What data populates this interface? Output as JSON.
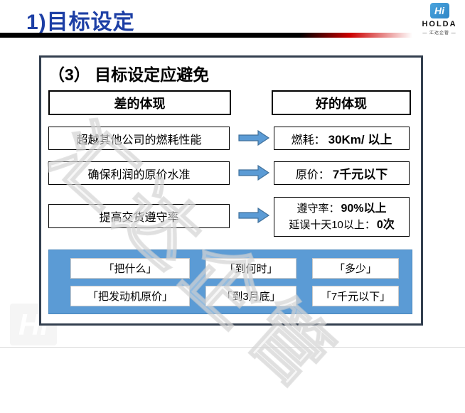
{
  "header": {
    "title": "1)目标设定",
    "logo": {
      "glyph": "Hi",
      "name": "HOLDA",
      "subtitle": "— 汇达企管 —"
    }
  },
  "slide": {
    "title": "（3） 目标设定应避免",
    "columns": {
      "bad": "差的体现",
      "good": "好的体现"
    },
    "rows": [
      {
        "bad": "超越其他公司的燃耗性能",
        "good_label": "燃耗：",
        "good_value": "30Km/ 以上"
      },
      {
        "bad": "确保利润的原价水准",
        "good_label": "原价：",
        "good_value": "7千元以下"
      },
      {
        "bad": "提高交货遵守率",
        "good_line1_label": "遵守率：",
        "good_line1_value": "90%以上",
        "good_line2_label": "延误十天10以上：",
        "good_line2_value": "0次"
      }
    ],
    "bottom_items": [
      "「把什么」",
      "「到何时」",
      "「多少」",
      "「把发动机原价」",
      "「到3月底」",
      "「7千元以下」"
    ]
  },
  "watermarks": {
    "diagonal_text": "汇达企管",
    "corner_glyph": "Hi"
  },
  "colors": {
    "title_blue": "#1d3fa5",
    "arrow_fill": "#5b9bd5",
    "arrow_stroke": "#41719c",
    "panel_blue": "#5b9bd5",
    "slide_border": "#333f4f",
    "divider_red": "#cc0000"
  }
}
